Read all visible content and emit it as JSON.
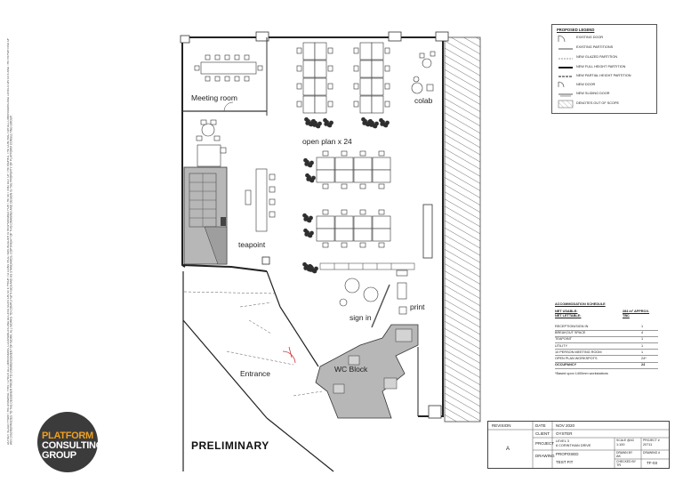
{
  "side_note": "DO NOT SCALE FROM THIS DRAWING. FIRST CHECK ALL DIMENSIONS, CLEARANCES AND ACCESS SIZES ON SITE PRIOR TO CONSTRUCTION. BUILDER IS RESPONSIBLE FOR THE SETTING OUT OF THE WORKS. THE CONTRACTOR ALL DIMENSIONS AND LEVELS ON SITE AND THE REPORTING OF ANY DISCREPANCIES TO THE DESIGNER PRIOR TO COMMENCEMENT OF WORK. ALL WORKS TO COMPLY WITH BCA AND AS STANDARDS. COPYRIGHT OF THIS DRAWING AND DESIGN IS THE PROPERTY OF PLATFORM CONSULTING GROUP.",
  "logo": {
    "line1": "PLATFORM",
    "line2": "CONSULTING",
    "line3": "GROUP"
  },
  "stamp": "PRELIMINARY",
  "rooms": {
    "meeting": "Meeting room",
    "open_plan": "open plan x 24",
    "colab": "colab",
    "teapoint": "teapoint",
    "sign_in": "sign in",
    "print": "print",
    "wc_block": "WC Block",
    "entrance": "Entrance"
  },
  "legend": {
    "title": "PROPOSED LEGEND",
    "items": [
      "EXISTING DOOR",
      "EXISTING PARTITIONS",
      "NEW GLAZED PARTITION",
      "NEW FULL HEIGHT PARTITION",
      "NEW PARTIAL HEIGHT PARTITION",
      "NEW DOOR",
      "NEW SLIDING DOOR",
      "DENOTES OUT OF SCOPE"
    ]
  },
  "schedule": {
    "title": "ACCOMMODATION SCHEDULE",
    "col1": "NET USABLE:",
    "col1b": "NET LETTABLE:",
    "col2": "284 m² APPROX.",
    "col2b": "TBC",
    "rows": [
      {
        "label": "RECEPTION/SIGN IN",
        "value": "1"
      },
      {
        "label": "BREAKOUT SPACE",
        "value": "4"
      },
      {
        "label": "TEAPOINT",
        "value": "1"
      },
      {
        "label": "UTILITY",
        "value": "1"
      },
      {
        "label": "10 PERSON MEETING ROOM",
        "value": "1"
      },
      {
        "label": "OPEN PLAN WORKSPOTS",
        "value": "24*"
      },
      {
        "label": "OCCUPANCY",
        "value": "24"
      }
    ],
    "note": "*Based upon 1400mm workstations"
  },
  "title_block": {
    "revision_label": "REVISION",
    "revision": "A",
    "date_label": "DATE",
    "date": "NOV 2020",
    "client_label": "CLIENT",
    "client": "OYSTER",
    "project_label": "PROJECT",
    "project_line1": "LEVEL 3",
    "project_line2": "8 CORINTHIAN DRIVE",
    "scale_label": "SCALE @A3",
    "scale": "1:100",
    "project_no_label": "PROJECT #",
    "project_no": "20711",
    "drawing_label": "DRAWING",
    "drawing_line1": "PROPOSED",
    "drawing_line2": "TEST FIT",
    "drawn_label": "DRAWN BY",
    "drawn": "AK",
    "checked_label": "CHECKED BY",
    "checked": "TR",
    "drawing_no_label": "DRAWING #",
    "drawing_no": "TF-03"
  }
}
